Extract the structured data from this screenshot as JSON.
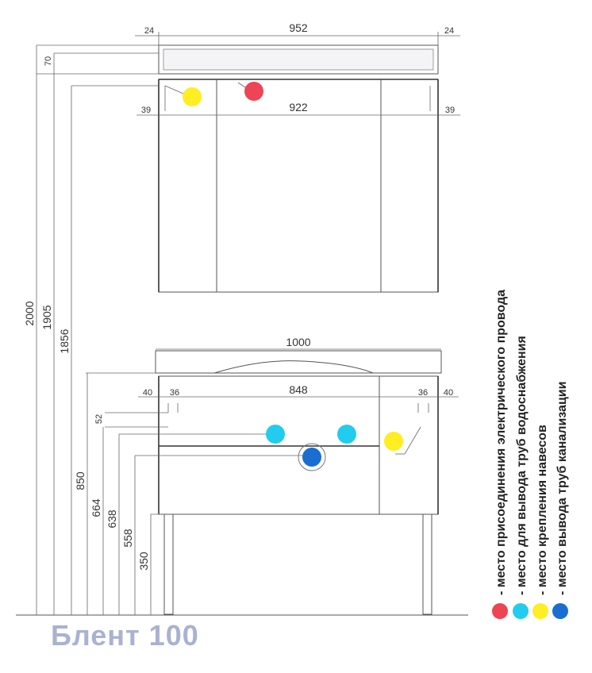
{
  "title": "Блент 100",
  "colors": {
    "red": "#ee4455",
    "cyan": "#22ccee",
    "yellow": "#ffee22",
    "blue": "#1a6ed0",
    "title": "#a9b3cf"
  },
  "cabinet_top": {
    "width_outer": "952",
    "width_inner": "922",
    "side_left": "24",
    "side_right": "24",
    "top_band": "70",
    "inset_left": "39",
    "inset_right": "39"
  },
  "cabinet_bottom": {
    "width_top": "1000",
    "width_inner": "848",
    "left_a": "40",
    "left_b": "36",
    "right_b": "36",
    "right_a": "40",
    "small_52": "52"
  },
  "heights": [
    "2000",
    "1905",
    "1856",
    "850",
    "664",
    "638",
    "558",
    "350"
  ],
  "legend": [
    {
      "color": "red",
      "text": "- место присоединения электрического провода"
    },
    {
      "color": "cyan",
      "text": "- место для вывода труб водоснабжения"
    },
    {
      "color": "yellow",
      "text": "- место крепления навесов"
    },
    {
      "color": "blue",
      "text": "- место вывода труб канализации"
    }
  ]
}
